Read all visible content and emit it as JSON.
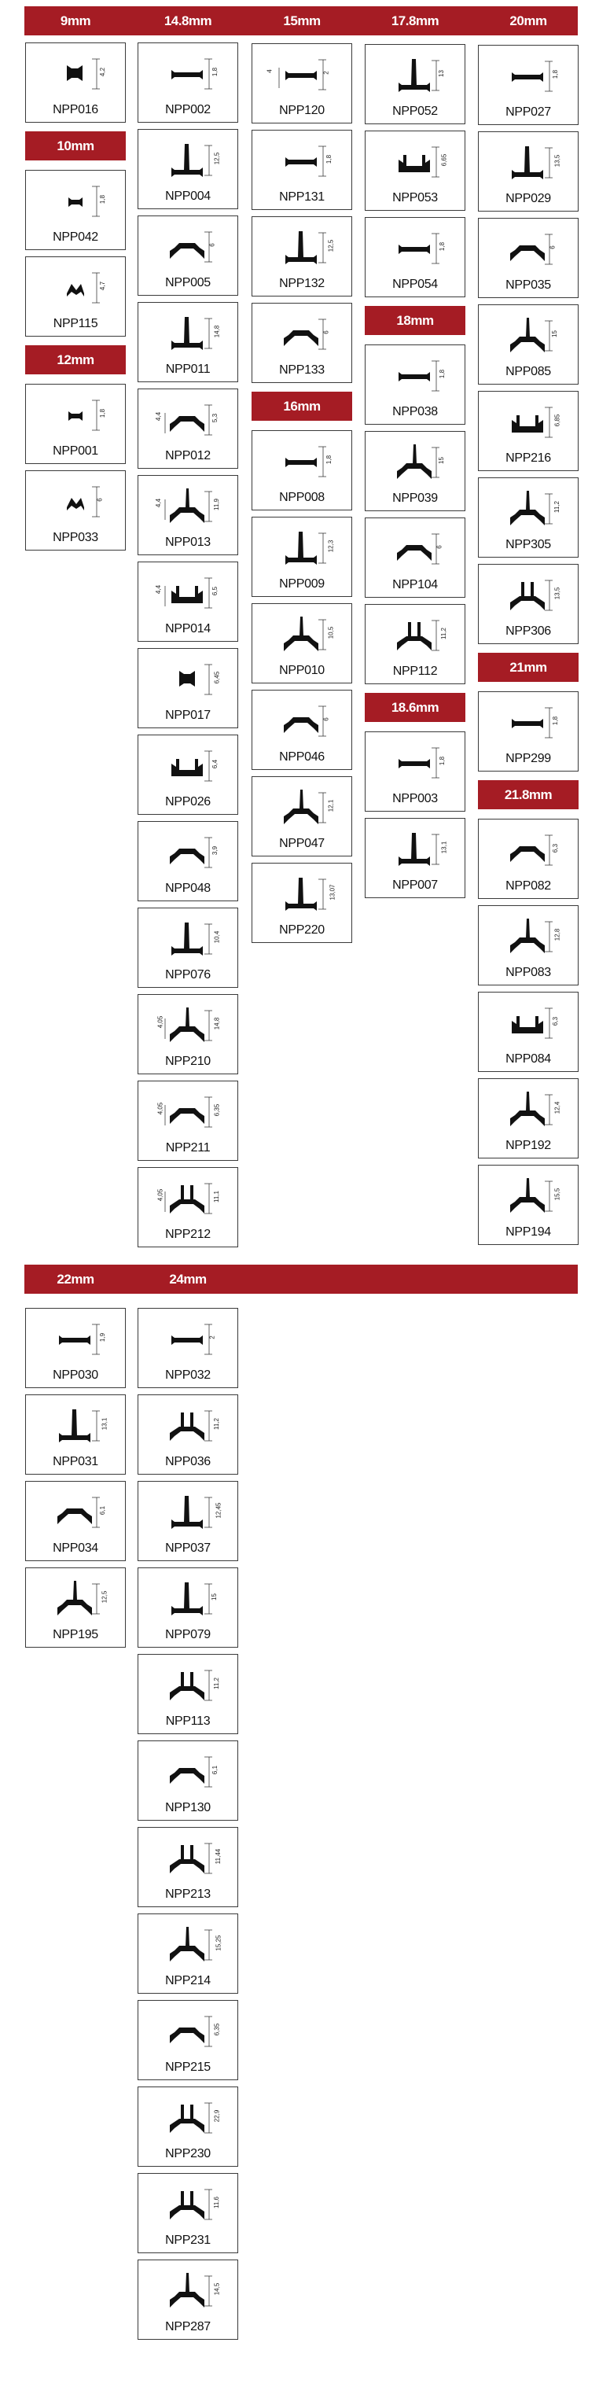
{
  "accent_color": "#a51c24",
  "top": {
    "headers": [
      "9mm",
      "14.8mm",
      "15mm",
      "17.8mm",
      "20mm"
    ],
    "columns": [
      {
        "items": [
          {
            "code": "NPP016",
            "dims": [
              "4,2"
            ],
            "shape": "block"
          },
          {
            "size": "10mm"
          },
          {
            "code": "NPP042",
            "dims": [
              "1,8"
            ],
            "shape": "small-i-bar"
          },
          {
            "code": "NPP115",
            "dims": [
              "4,7"
            ],
            "shape": "small-hat"
          },
          {
            "size": "12mm"
          },
          {
            "code": "NPP001",
            "dims": [
              "1,8"
            ],
            "shape": "small-i-bar"
          },
          {
            "code": "NPP033",
            "dims": [
              "6"
            ],
            "shape": "small-hat"
          }
        ]
      },
      {
        "items": [
          {
            "code": "NPP002",
            "dims": [
              "1,8"
            ],
            "shape": "i-bar"
          },
          {
            "code": "NPP004",
            "dims": [
              "12,5"
            ],
            "shape": "t-bar"
          },
          {
            "code": "NPP005",
            "dims": [
              "6"
            ],
            "shape": "hat"
          },
          {
            "code": "NPP011",
            "dims": [
              "14,8"
            ],
            "shape": "t-bar"
          },
          {
            "code": "NPP012",
            "dims": [
              "4,4",
              "5,3"
            ],
            "shape": "hat"
          },
          {
            "code": "NPP013",
            "dims": [
              "4,4",
              "11,9"
            ],
            "shape": "hat-t"
          },
          {
            "code": "NPP014",
            "dims": [
              "4,4",
              "6,5"
            ],
            "shape": "channel"
          },
          {
            "code": "NPP017",
            "dims": [
              "6,45"
            ],
            "shape": "block"
          },
          {
            "code": "NPP026",
            "dims": [
              "6,4"
            ],
            "shape": "channel"
          },
          {
            "code": "NPP048",
            "dims": [
              "3,9"
            ],
            "shape": "hat"
          },
          {
            "code": "NPP076",
            "dims": [
              "10,4"
            ],
            "shape": "t-bar"
          },
          {
            "code": "NPP210",
            "dims": [
              "4,05",
              "14,8"
            ],
            "shape": "hat-t"
          },
          {
            "code": "NPP211",
            "dims": [
              "4,05",
              "6,35"
            ],
            "shape": "hat"
          },
          {
            "code": "NPP212",
            "dims": [
              "4,05",
              "11,1"
            ],
            "shape": "double-t"
          }
        ]
      },
      {
        "items": [
          {
            "code": "NPP120",
            "dims": [
              "4",
              "2"
            ],
            "shape": "i-bar"
          },
          {
            "code": "NPP131",
            "dims": [
              "1,8"
            ],
            "shape": "i-bar"
          },
          {
            "code": "NPP132",
            "dims": [
              "12,5"
            ],
            "shape": "t-bar"
          },
          {
            "code": "NPP133",
            "dims": [
              "6"
            ],
            "shape": "hat"
          },
          {
            "size": "16mm"
          },
          {
            "code": "NPP008",
            "dims": [
              "1,8"
            ],
            "shape": "i-bar"
          },
          {
            "code": "NPP009",
            "dims": [
              "12,3"
            ],
            "shape": "t-bar"
          },
          {
            "code": "NPP010",
            "dims": [
              "10,5"
            ],
            "shape": "hat-t"
          },
          {
            "code": "NPP046",
            "dims": [
              "6"
            ],
            "shape": "hat"
          },
          {
            "code": "NPP047",
            "dims": [
              "12,1"
            ],
            "shape": "hat-t"
          },
          {
            "code": "NPP220",
            "dims": [
              "13,07"
            ],
            "shape": "t-bar"
          }
        ]
      },
      {
        "items": [
          {
            "code": "NPP052",
            "dims": [
              "13"
            ],
            "shape": "t-bar"
          },
          {
            "code": "NPP053",
            "dims": [
              "6,65"
            ],
            "shape": "channel"
          },
          {
            "code": "NPP054",
            "dims": [
              "1,8"
            ],
            "shape": "i-bar"
          },
          {
            "size": "18mm"
          },
          {
            "code": "NPP038",
            "dims": [
              "1,8"
            ],
            "shape": "i-bar"
          },
          {
            "code": "NPP039",
            "dims": [
              "15"
            ],
            "shape": "hat-t"
          },
          {
            "code": "NPP104",
            "dims": [
              "6"
            ],
            "shape": "hat"
          },
          {
            "code": "NPP112",
            "dims": [
              "11,2"
            ],
            "shape": "double-t"
          },
          {
            "size": "18.6mm"
          },
          {
            "code": "NPP003",
            "dims": [
              "1,8"
            ],
            "shape": "i-bar"
          },
          {
            "code": "NPP007",
            "dims": [
              "13,1"
            ],
            "shape": "t-bar"
          }
        ]
      },
      {
        "items": [
          {
            "code": "NPP027",
            "dims": [
              "1,8"
            ],
            "shape": "i-bar"
          },
          {
            "code": "NPP029",
            "dims": [
              "13,5"
            ],
            "shape": "t-bar"
          },
          {
            "code": "NPP035",
            "dims": [
              "6"
            ],
            "shape": "hat"
          },
          {
            "code": "NPP085",
            "dims": [
              "15"
            ],
            "shape": "hat-t"
          },
          {
            "code": "NPP216",
            "dims": [
              "6,85"
            ],
            "shape": "channel"
          },
          {
            "code": "NPP305",
            "dims": [
              "11,2"
            ],
            "shape": "hat-t"
          },
          {
            "code": "NPP306",
            "dims": [
              "13,5"
            ],
            "shape": "double-t"
          },
          {
            "size": "21mm"
          },
          {
            "code": "NPP299",
            "dims": [
              "1,8"
            ],
            "shape": "i-bar"
          },
          {
            "size": "21.8mm"
          },
          {
            "code": "NPP082",
            "dims": [
              "6,3"
            ],
            "shape": "hat"
          },
          {
            "code": "NPP083",
            "dims": [
              "12,8"
            ],
            "shape": "hat-t"
          },
          {
            "code": "NPP084",
            "dims": [
              "6,3"
            ],
            "shape": "channel"
          },
          {
            "code": "NPP192",
            "dims": [
              "12,4"
            ],
            "shape": "hat-t"
          },
          {
            "code": "NPP194",
            "dims": [
              "15,5"
            ],
            "shape": "hat-t"
          }
        ]
      }
    ]
  },
  "bottom": {
    "headers": [
      "22mm",
      "24mm"
    ],
    "columns": [
      {
        "items": [
          {
            "code": "NPP030",
            "dims": [
              "1,9"
            ],
            "shape": "i-bar"
          },
          {
            "code": "NPP031",
            "dims": [
              "13,1"
            ],
            "shape": "t-bar"
          },
          {
            "code": "NPP034",
            "dims": [
              "6,1"
            ],
            "shape": "hat"
          },
          {
            "code": "NPP195",
            "dims": [
              "12,5"
            ],
            "shape": "hat-t"
          }
        ]
      },
      {
        "items": [
          {
            "code": "NPP032",
            "dims": [
              "2"
            ],
            "shape": "i-bar"
          },
          {
            "code": "NPP036",
            "dims": [
              "11,2"
            ],
            "shape": "double-t"
          },
          {
            "code": "NPP037",
            "dims": [
              "12,45"
            ],
            "shape": "t-bar"
          },
          {
            "code": "NPP079",
            "dims": [
              "15"
            ],
            "shape": "t-bar"
          },
          {
            "code": "NPP113",
            "dims": [
              "11,2"
            ],
            "shape": "double-t"
          },
          {
            "code": "NPP130",
            "dims": [
              "6,1"
            ],
            "shape": "hat"
          },
          {
            "code": "NPP213",
            "dims": [
              "11,44"
            ],
            "shape": "double-t"
          },
          {
            "code": "NPP214",
            "dims": [
              "15,25"
            ],
            "shape": "hat-t"
          },
          {
            "code": "NPP215",
            "dims": [
              "6,35"
            ],
            "shape": "hat"
          },
          {
            "code": "NPP230",
            "dims": [
              "22,9"
            ],
            "shape": "double-t"
          },
          {
            "code": "NPP231",
            "dims": [
              "11,6"
            ],
            "shape": "double-t"
          },
          {
            "code": "NPP287",
            "dims": [
              "14,5"
            ],
            "shape": "hat-t"
          }
        ]
      }
    ]
  }
}
